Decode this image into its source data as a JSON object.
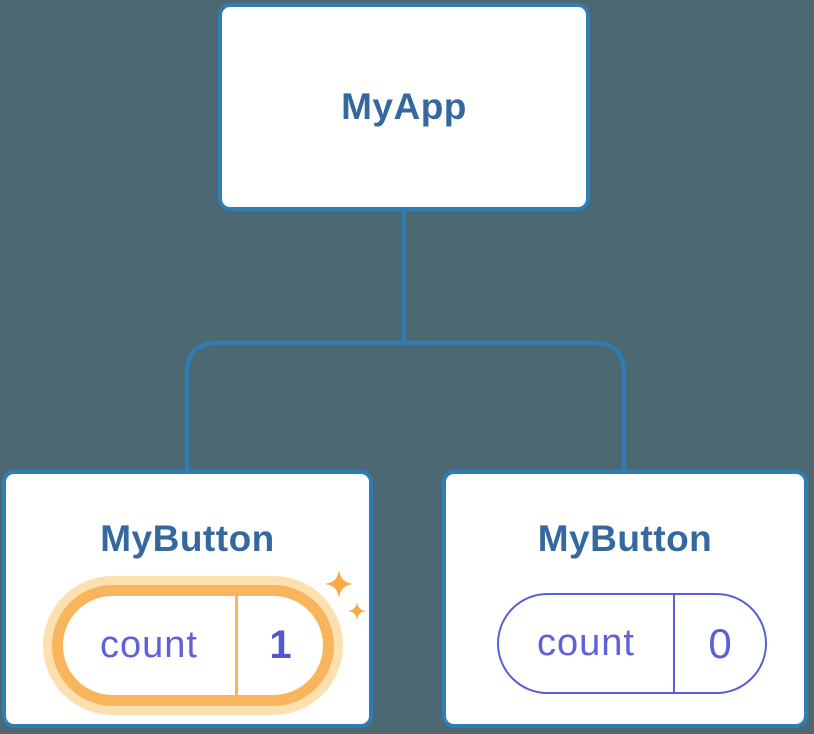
{
  "diagram": {
    "background": "#4c6873",
    "connector_color": "#2e7db4",
    "root": {
      "label": "MyApp"
    },
    "children": [
      {
        "label": "MyButton",
        "state": {
          "key": "count",
          "value": "1"
        },
        "highlighted": true
      },
      {
        "label": "MyButton",
        "state": {
          "key": "count",
          "value": "0"
        },
        "highlighted": false
      }
    ],
    "colors": {
      "node_border": "#2e7db4",
      "node_background": "#ffffff",
      "title_text": "#35689e",
      "state_text": "#6060d8",
      "state_border": "#5a5fd6",
      "state_value_bold": "#5456d2",
      "highlight_orange": "#f9b55b",
      "highlight_glow": "#fce0b0",
      "sparkle_orange": "#f7ab45"
    }
  }
}
